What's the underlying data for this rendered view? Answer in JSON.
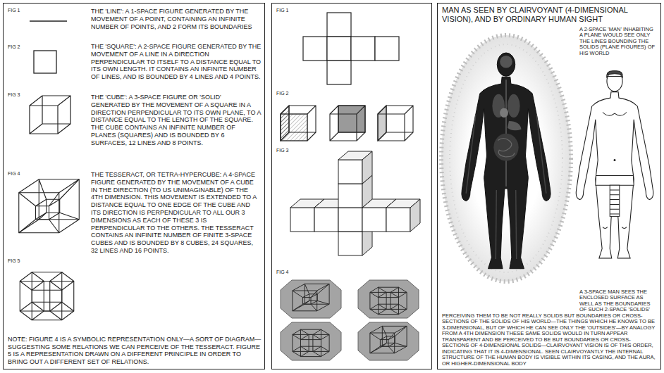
{
  "diagram": {
    "nodes": [
      {
        "text": [
          "FIG 1",
          "THE 'LINE': A 1-SPACE FIGURE GENERATED BY THE MOVEMENT OF A POINT, CONTAINING AN INFINITE NUMBER OF POINTS, AND 2 FORM ITS BOUNDARIES",
          "FIG 2",
          "THE 'SQUARE': A 2-SPACE FIGURE GENERATED BY THE MOVEMENT OF A LINE IN A DIRECTION PERPENDICULAR TO ITSELF TO A DISTANCE EQUAL TO ITS OWN LENGTH. IT CONTAINS AN INFINITE NUMBER OF LINES, AND IS BOUNDED BY 4 LINES AND 4 POINTS.",
          "FIG 3",
          "THE 'CUBE': A 3-SPACE FIGURE OR 'SOLID' GENERATED BY THE MOVEMENT OF A SQUARE IN A DIRECTION PERPENDICULAR TO ITS OWN PLANE, TO A DISTANCE EQUAL TO THE LENGTH OF THE SQUARE. THE CUBE CONTAINS AN INFINITE NUMBER OF PLANES (SQUARES) AND IS BOUNDED BY 6 SURFACES, 12 LINES AND 8 POINTS.",
          "FIG 4",
          "THE TESSERACT, OR TETRA-HYPERCUBE: A 4-SPACE FIGURE GENERATED BY THE MOVEMENT OF A CUBE IN THE DIRECTION (TO US UNIMAGINABLE) OF THE 4TH DIMENSION. THIS MOVEMENT IS EXTENDED TO A DISTANCE EQUAL TO ONE EDGE OF THE CUBE AND ITS DIRECTION IS PERPENDICULAR TO ALL OUR 3 DIMENSIONS AS EACH OF THESE 3 IS PERPENDICULAR TO THE OTHERS. THE TESSERACT CONTAINS AN INFINITE NUMBER OF FINITE 3-SPACE CUBES AND IS BOUNDED BY 8 CUBES, 24 SQUARES, 32 LINES AND 16 POINTS.",
          "FIG 5",
          "NOTE: FIGURE 4 IS A SYMBOLIC REPRESENTATION ONLY—A SORT OF DIAGRAM—SUGGESTING SOME RELATIONS WE CAN PERCEIVE OF THE TESSERACT. FIGURE 5 IS A REPRESENTATION DRAWN ON A DIFFERENT PRINCIPLE IN ORDER TO BRING OUT A DIFFERENT SET OF RELATIONS."
        ]
      },
      {
        "text": [
          "FIG 1",
          "FIG 2",
          "FIG 3",
          "FIG 4"
        ]
      },
      {
        "text": [
          "MAN AS SEEN BY CLAIRVOYANT (4-DIMENSIONAL VISION), AND BY ORDINARY HUMAN SIGHT",
          "A 2-SPACE 'MAN' INHABITING A PLANE WOULD SEE ONLY THE LINES BOUNDING THE SOLIDS (PLANE FIGURES) OF HIS WORLD",
          "A 3-SPACE MAN SEES THE ENCLOSED SURFACE AS WELL AS THE BOUNDARIES OF SUCH 2-SPACE 'SOLIDS' PERCEIVING THEM TO BE NOT REALLY SOLIDS BUT BOUNDARIES OR CROSS-SECTIONS OF THE SOLIDS OF HIS WORLD—THE THINGS WHICH HE KNOWS TO BE 3-DIMENSIONAL, BUT OF WHICH HE CAN SEE ONLY THE 'OUTSIDES'—BY ANALOGY FROM A 4TH DIMENSION THESE SAME SOLIDS WOULD IN TURN APPEAR TRANSPARENT AND BE PERCEIVED TO BE BUT BOUNDARIES OR CROSS-SECTIONS OF 4-DIMENSIONAL SOLIDS—CLAIRVOYANT VISION IS OF THIS ORDER, INDICATING THAT IT IS 4-DIMENSIONAL. SEEN CLAIRVOYANTLY THE INTERNAL STRUCTURE OF THE HUMAN BODY IS VISIBLE WITHIN ITS CASING, AND THE AURA, OR HIGHER-DIMENSIONAL BODY"
        ]
      }
    ]
  }
}
